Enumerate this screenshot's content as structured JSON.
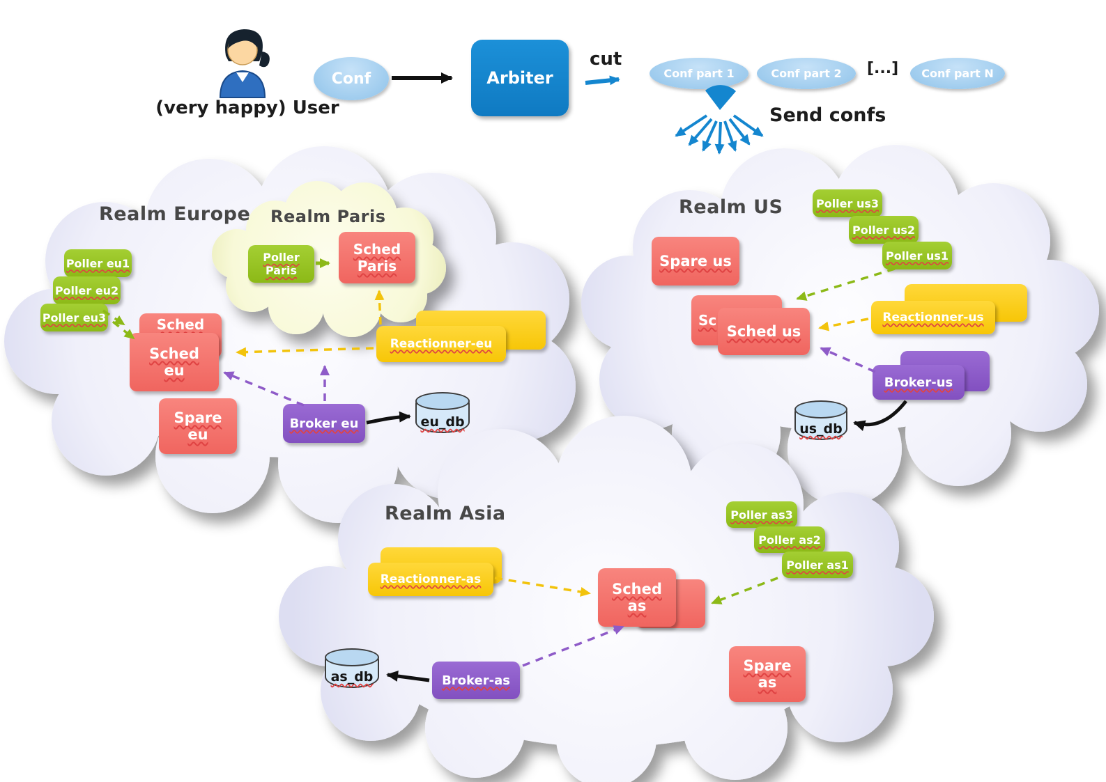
{
  "top": {
    "user_label": "(very happy) User",
    "conf_label": "Conf",
    "arbiter_label": "Arbiter",
    "cut_label": "cut",
    "conf_parts": [
      "Conf part 1",
      "Conf part 2",
      "Conf part N"
    ],
    "ellipsis_label": "[...]",
    "send_confs_label": "Send confs"
  },
  "realm_europe": {
    "title": "Realm Europe",
    "paris": {
      "title": "Realm Paris",
      "poller": "Poller\nParis",
      "sched": "Sched\nParis"
    },
    "pollers": [
      "Poller eu1",
      "Poller eu2",
      "Poller eu3"
    ],
    "sched_back": "Sched",
    "sched": "Sched\neu",
    "spare": "Spare\neu",
    "reactionner": "Reactionner-eu",
    "broker": "Broker eu",
    "db": "eu_db"
  },
  "realm_us": {
    "title": "Realm US",
    "pollers": [
      "Poller us3",
      "Poller us2",
      "Poller us1"
    ],
    "spare": "Spare us",
    "sched_back": "Sc",
    "sched": "Sched us",
    "reactionner": "Reactionner-us",
    "broker": "Broker-us",
    "db": "us_db"
  },
  "realm_asia": {
    "title": "Realm Asia",
    "pollers": [
      "Poller as3",
      "Poller as2",
      "Poller as1"
    ],
    "reactionner": "Reactionner-as",
    "sched": "Sched\nas",
    "spare": "Spare\nas",
    "broker": "Broker-as",
    "db": "as_db"
  },
  "colors": {
    "poller_green": "#93c01f",
    "scheduler_red": "#f4736c",
    "reactionner_yellow": "#fccb12",
    "broker_purple": "#8e5bc8",
    "arbiter_blue": "#1284cc",
    "conf_blue": "#a5d0f0",
    "db_blue": "#d6e9f9",
    "cloud_lavender": "#e2e3f4",
    "paris_cream": "#f8f9d8",
    "arrow_black": "#111111",
    "arrow_blue": "#1486cf"
  }
}
